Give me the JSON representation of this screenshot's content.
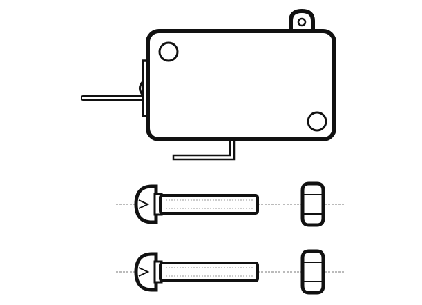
{
  "figure": {
    "stroke_color": "#111111",
    "fill_color": "#ffffff",
    "centerline_color": "#777777",
    "parts": [
      {
        "name": "microswitch",
        "icon": "microswitch-icon"
      },
      {
        "name": "pan-head-screw",
        "icon": "screw-icon",
        "count": 2
      },
      {
        "name": "hex-nut",
        "icon": "hex-nut-icon",
        "count": 2
      }
    ]
  }
}
